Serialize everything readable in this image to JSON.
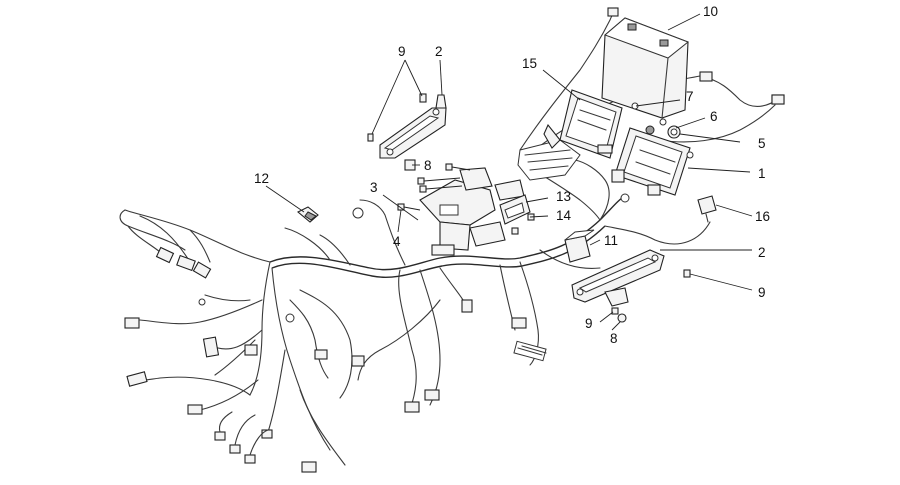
{
  "callouts": {
    "c10": "10",
    "c9a": "9",
    "c2a": "2",
    "c15": "15",
    "c7": "7",
    "c6": "6",
    "c5": "5",
    "c1": "1",
    "c12": "12",
    "c8a": "8",
    "c3": "3",
    "c13": "13",
    "c14": "14",
    "c4": "4",
    "c16": "16",
    "c11": "11",
    "c2b": "2",
    "c9b": "9",
    "c9c": "9",
    "c8b": "8"
  }
}
